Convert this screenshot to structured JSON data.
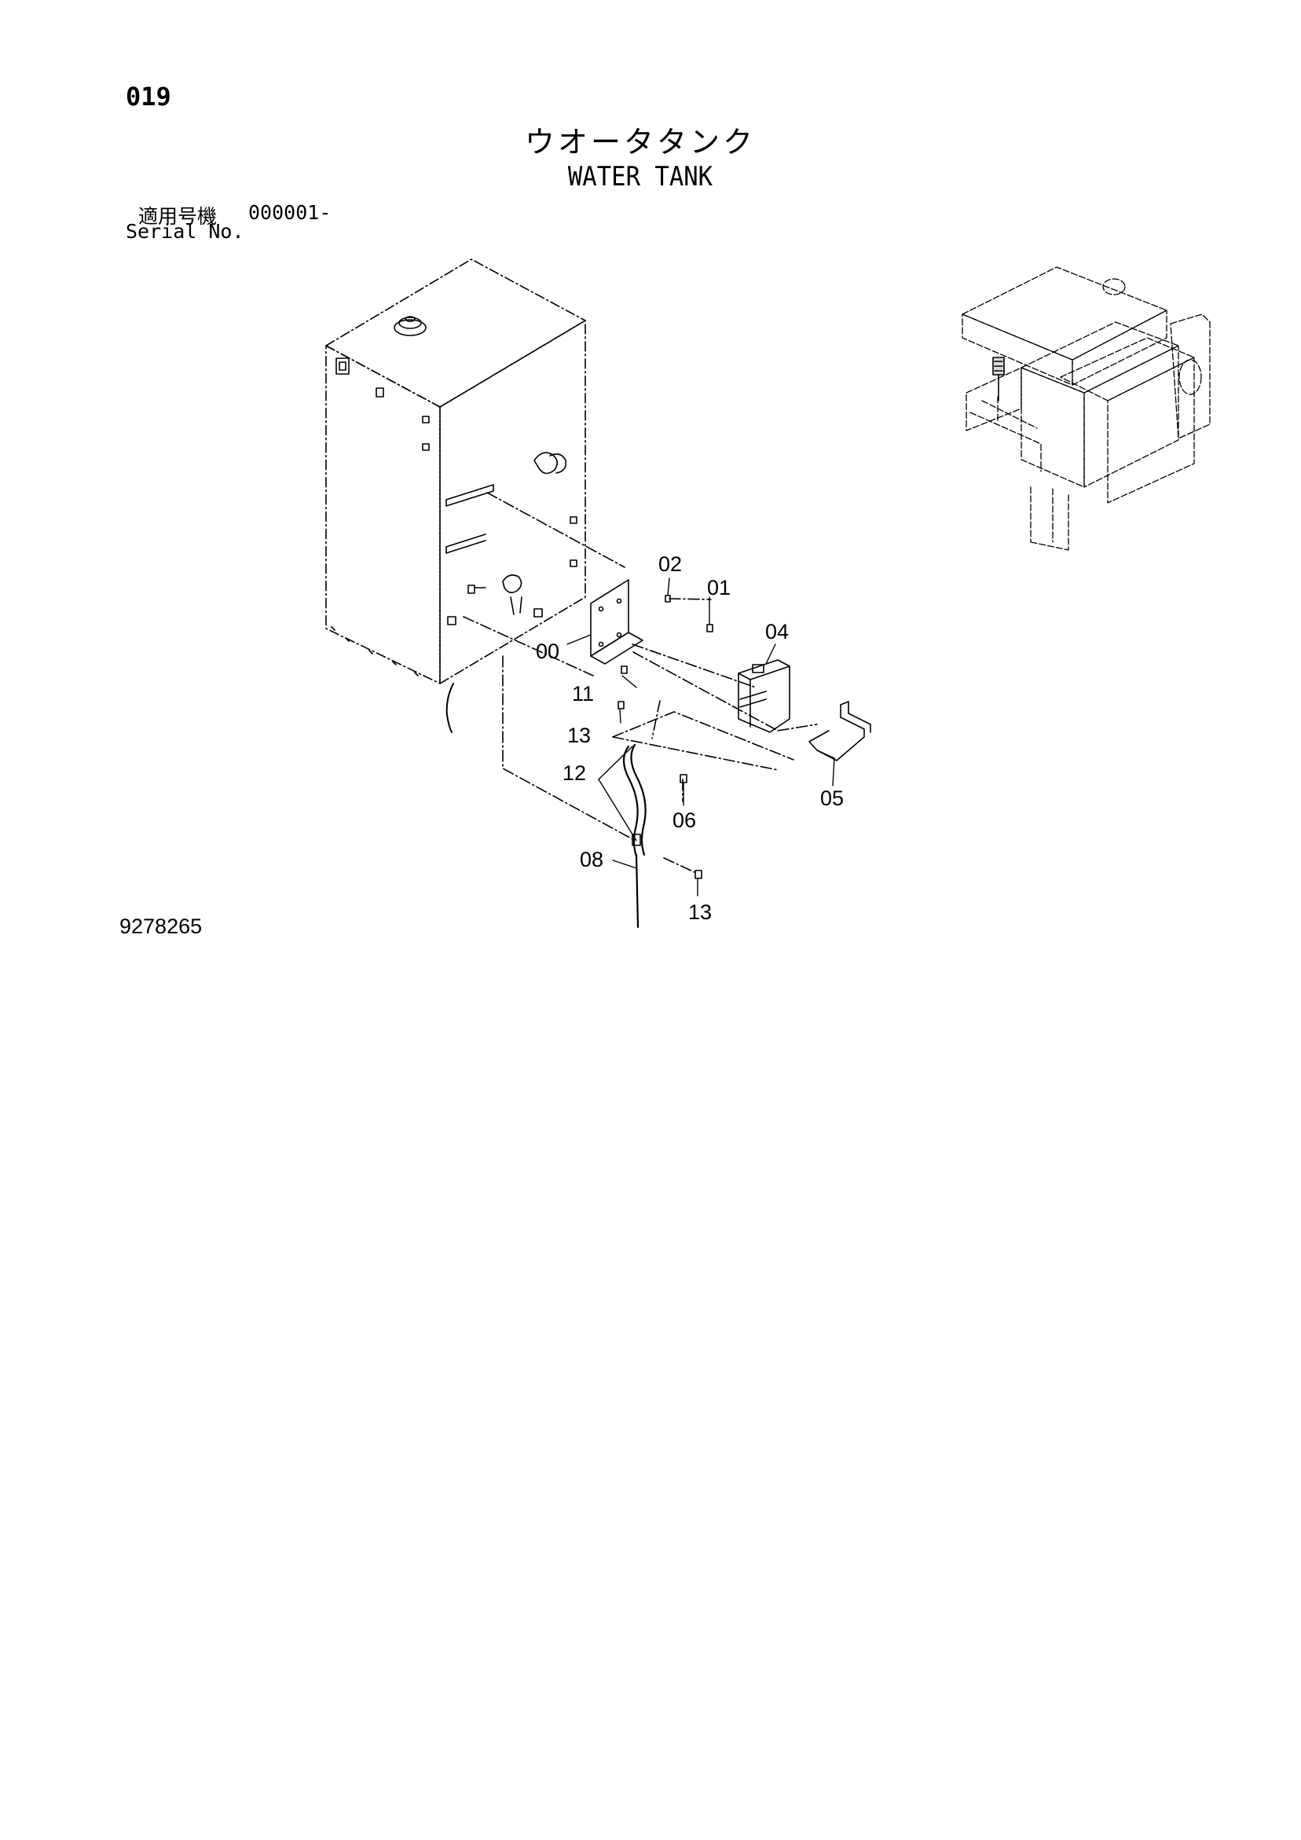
{
  "header": {
    "page_number": "019",
    "title_ja": "ウオータタンク",
    "title_en": "WATER TANK",
    "serial_label_ja": "適用号機",
    "serial_value": "000001-",
    "serial_label_en": "Serial No."
  },
  "footer": {
    "drawing_number": "9278265"
  },
  "diagram": {
    "callouts": [
      "00",
      "01",
      "02",
      "04",
      "05",
      "06",
      "08",
      "11",
      "12",
      "13",
      "13"
    ]
  }
}
